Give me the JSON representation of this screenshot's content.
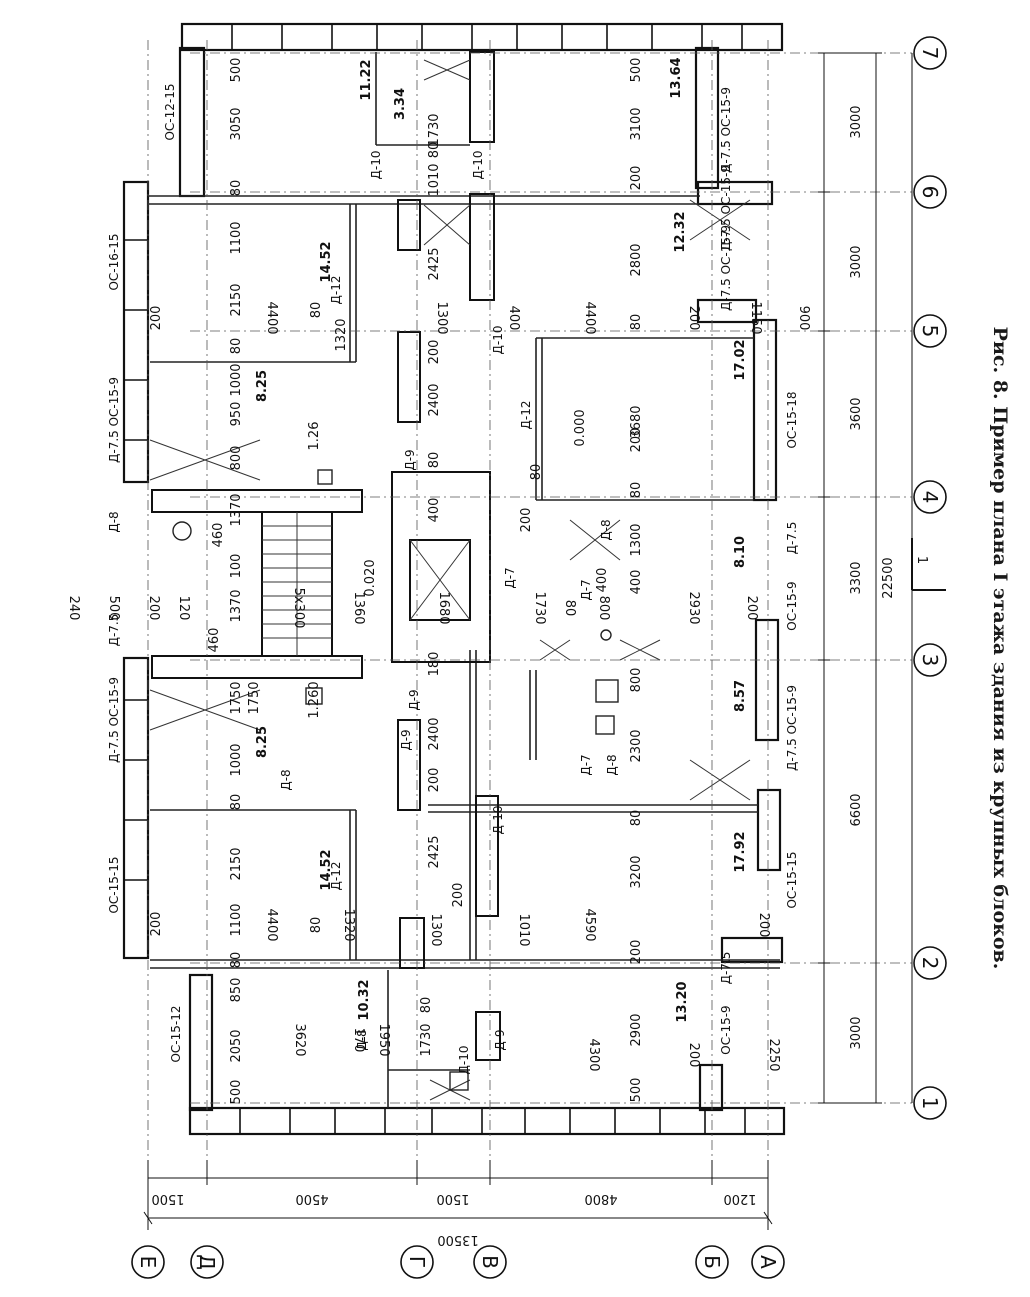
{
  "caption": "Рис. 8. Пример плана I этажа здания из крупных блоков.",
  "axes_numeric": [
    "1",
    "2",
    "3",
    "4",
    "5",
    "6",
    "7"
  ],
  "axes_letter": [
    "Е",
    "Д",
    "Г",
    "В",
    "Б",
    "А"
  ],
  "spans_bottom": [
    "3000",
    "6600",
    "3300",
    "3600",
    "3000",
    "3000"
  ],
  "total_length": "22500",
  "spans_left": [
    "1500",
    "4500",
    "1500",
    "4800",
    "1200"
  ],
  "total_width": "13500",
  "section_mark": "1",
  "room_areas": {
    "r1": "14.52",
    "r2": "14.52",
    "r3": "11.22",
    "r4": "3.34",
    "r5": "13.64",
    "r6": "12.32",
    "r7": "17.02",
    "r8": "17.92",
    "r9": "13.20",
    "r10": "10.32",
    "r11": "8.10",
    "r12": "8.57",
    "r13": "8.25",
    "r14": "8.25"
  },
  "elevations": {
    "e1": "0.000",
    "e2": "0.020",
    "e3": "1.26",
    "e4": "1.260"
  },
  "wall_labels": {
    "w1": "ОС-12-15",
    "w2": "ОС-16-15",
    "w3": "Д-7.5 ОС-15-9",
    "w4": "Д-8",
    "w5": "Д-7.5",
    "w6": "Д-7.5 ОС-15-9",
    "w7": "ОС-15-15",
    "w8": "ОС-15-12",
    "w9": "ОС-15-15",
    "w10": "ОС-15-9",
    "w11": "Д-7.5",
    "w12": "Д-7.5 ОС-15-9",
    "w13": "ОС-15-9",
    "w14": "Д-7.5",
    "w15": "ОС-15-18",
    "w16": "Д-7.5 ОС-15-9",
    "w17": "Д-7.5 ОС-15-9",
    "w18": "Д-7.5 ОС-15-9"
  },
  "door_labels": {
    "d1": "Д-10",
    "d2": "Д-10",
    "d3": "Д-12",
    "d4": "Д-10",
    "d5": "Д-12",
    "d6": "Д-9",
    "d7": "Д-9",
    "d8": "Д-7",
    "d9": "Д-7",
    "d10": "Д-7",
    "d11": "Д-8",
    "d12": "Д-8",
    "d13": "Д-12",
    "d14": "Д-10",
    "d15": "Д-9",
    "d16": "Д-8",
    "d17": "Д-8",
    "d18": "Д-10",
    "d19": "Д-9"
  },
  "dims": {
    "a1": "500",
    "a2": "3050",
    "a3": "80",
    "a4": "1100",
    "a5": "2150",
    "a6": "200",
    "a7": "80",
    "a8": "1000",
    "a9": "950",
    "a10": "800",
    "a11": "1370",
    "a12": "460",
    "a13": "100",
    "a14": "1370",
    "a15": "460",
    "a16": "1750",
    "a17": "1000",
    "a18": "80",
    "a19": "2150",
    "a20": "1100",
    "a21": "200",
    "a22": "80",
    "a23": "850",
    "a24": "2050",
    "a25": "500",
    "b1": "1730",
    "b2": "1010",
    "b3": "80",
    "b4": "2425",
    "b5": "1320",
    "b6": "80",
    "b7": "4400",
    "b8": "1300",
    "b9": "200",
    "b10": "2400",
    "b11": "80",
    "b12": "400",
    "b13": "1360",
    "b14": "1680",
    "b15": "180",
    "b16": "2400",
    "b17": "200",
    "b18": "2425",
    "b19": "200",
    "b20": "1320",
    "b21": "80",
    "b22": "4400",
    "b23": "1300",
    "b24": "1010",
    "b25": "1950",
    "b26": "170",
    "b27": "3620",
    "b28": "1730",
    "b29": "80",
    "b30": "120",
    "b31": "200",
    "b32": "500",
    "b33": "240",
    "b34": "5x300",
    "b35": "1750",
    "c1": "500",
    "c2": "3100",
    "c3": "200",
    "c4": "2800",
    "c5": "80",
    "c6": "4400",
    "c7": "400",
    "c8": "3680",
    "c9": "80",
    "c10": "1300",
    "c11": "400",
    "c12": "2930",
    "c13": "200",
    "c14": "1730",
    "c15": "80",
    "c16": "800",
    "c17": "800",
    "c18": "2300",
    "c19": "80",
    "c20": "3200",
    "c21": "200",
    "c22": "4590",
    "c23": "200",
    "c24": "2900",
    "c25": "200",
    "c26": "4300",
    "c27": "500",
    "c28": "2250",
    "c29": "200",
    "c30": "900",
    "c31": "1150",
    "c32": "200",
    "c33": "200",
    "c34": "80",
    "c35": "400"
  }
}
